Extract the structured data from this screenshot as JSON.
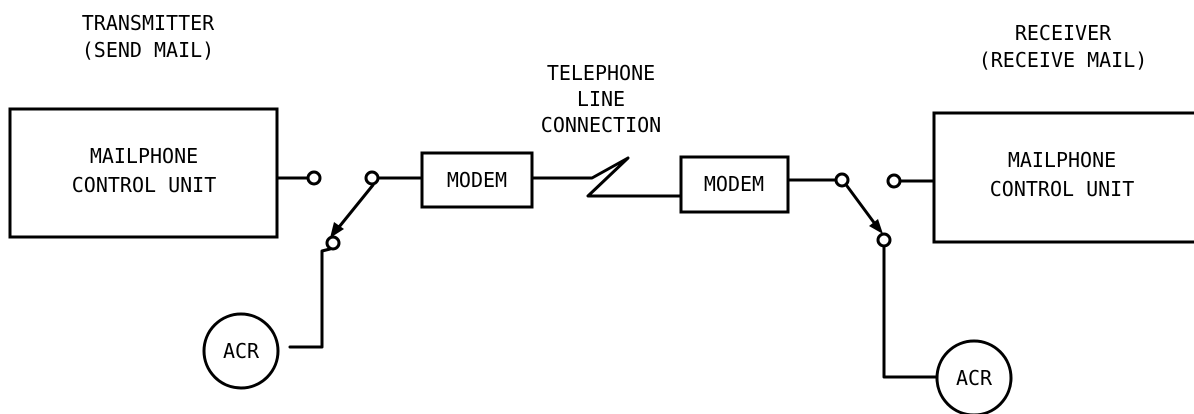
{
  "transmitter": {
    "title": "TRANSMITTER",
    "subtitle": "(SEND MAIL)",
    "unit_line1": "MAILPHONE",
    "unit_line2": "CONTROL UNIT",
    "modem": "MODEM",
    "acr": "ACR"
  },
  "telephone_line": {
    "line1": "TELEPHONE",
    "line2": "LINE",
    "line3": "CONNECTION"
  },
  "receiver": {
    "title": "RECEIVER",
    "subtitle": "(RECEIVE MAIL)",
    "unit_line1": "MAILPHONE",
    "unit_line2": "CONTROL UNIT",
    "modem": "MODEM",
    "acr": "ACR"
  }
}
